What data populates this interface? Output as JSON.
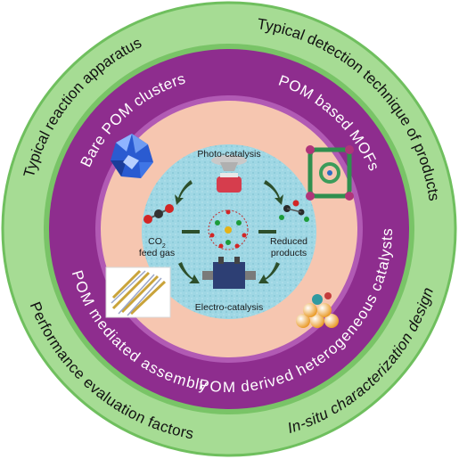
{
  "outer_ring": {
    "top_left_label": "Typical reaction apparatus",
    "top_right_label": "Typical detection technique of products",
    "bottom_left_label": "Performance evaluation factors",
    "bottom_right_label": "In-situ characterization design"
  },
  "middle_ring": {
    "top_left_label": "Bare POM clusters",
    "top_right_label": "POM based MOFs",
    "bottom_left_label": "POM mediated assembly",
    "bottom_right_label": "POM derived heterogeneous catalysts"
  },
  "center": {
    "photo_label": "Photo-catalysis",
    "electro_label": "Electro-catalysis",
    "feed_label_line1": "CO",
    "feed_label_subscript": "2",
    "feed_label_line2": "feed gas",
    "products_label_line1": "Reduced",
    "products_label_line2": "products"
  },
  "colors": {
    "outer_ring": "#a6dc94",
    "outer_ring_edge": "#6fbf5e",
    "middle_ring": "#8e2d8e",
    "inner_band": "#f6c6b0",
    "core": "#9fd7e4"
  }
}
